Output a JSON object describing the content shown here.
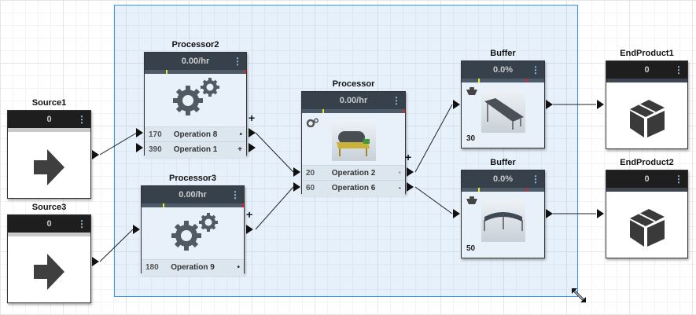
{
  "sources": [
    {
      "name": "Source1",
      "value": "0"
    },
    {
      "name": "Source3",
      "value": "0"
    }
  ],
  "processors": {
    "processor2": {
      "name": "Processor2",
      "rate": "0.00/hr",
      "operations": [
        {
          "qty": "170",
          "label": "Operation 8",
          "sym": "•"
        },
        {
          "qty": "390",
          "label": "Operation 1",
          "sym": "+"
        }
      ]
    },
    "processor3": {
      "name": "Processor3",
      "rate": "0.00/hr",
      "operations": [
        {
          "qty": "180",
          "label": "Operation 9",
          "sym": "•"
        }
      ]
    },
    "processor": {
      "name": "Processor",
      "rate": "0.00/hr",
      "operations": [
        {
          "qty": "20",
          "label": "Operation 2",
          "sym": "•"
        },
        {
          "qty": "60",
          "label": "Operation 6",
          "sym": "-"
        }
      ]
    }
  },
  "buffers": [
    {
      "name": "Buffer",
      "utilization": "0.0%",
      "capacity": "30",
      "image": "straight-conveyor"
    },
    {
      "name": "Buffer",
      "utilization": "0.0%",
      "capacity": "50",
      "image": "curved-conveyor"
    }
  ],
  "end_products": [
    {
      "name": "EndProduct1",
      "value": "0"
    },
    {
      "name": "EndProduct2",
      "value": "0"
    }
  ],
  "menu_icon": "⋮",
  "plus_icon": "+",
  "colors": {
    "selection": "#3a97e8",
    "gauge_low": "#e8e83a",
    "gauge_high": "#d9262e"
  }
}
